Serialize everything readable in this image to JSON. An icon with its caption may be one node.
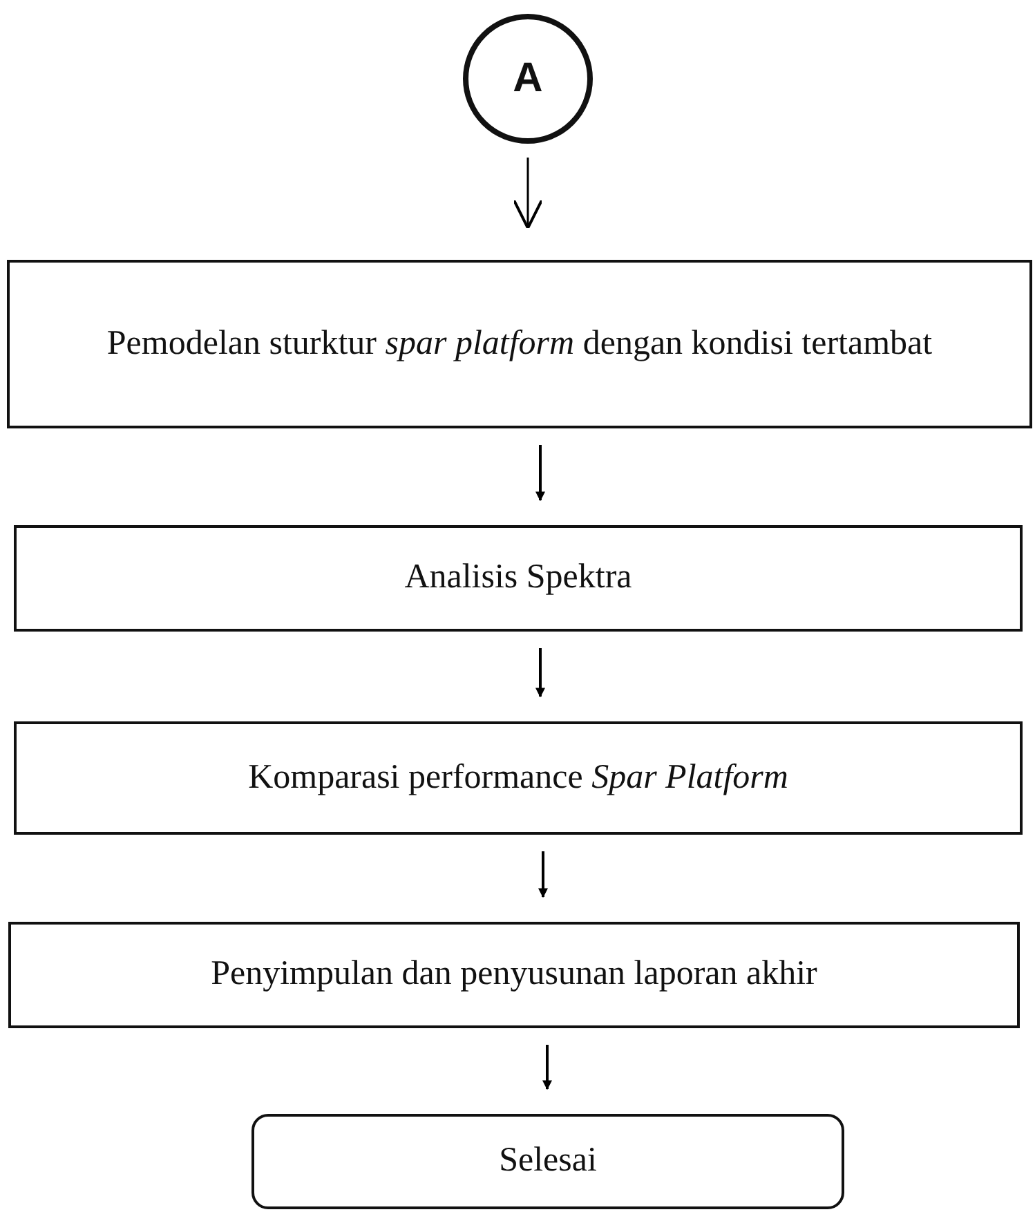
{
  "diagram": {
    "nodes": [
      {
        "text": [
          "A"
        ]
      },
      {
        "text": [
          "Pemodelan sturktur *spar platform* dengan kondisi tertambat"
        ]
      },
      {
        "text": [
          "Analisis Spektra"
        ]
      },
      {
        "text": [
          "Komparasi performance *Spar Platform*"
        ]
      },
      {
        "text": [
          "Penyimpulan dan penyusunan laporan akhir"
        ]
      },
      {
        "text": [
          "Selesai"
        ]
      }
    ],
    "edges": [
      {
        "from": 0,
        "to": 1,
        "arrow": "to"
      },
      {
        "from": 1,
        "to": 2,
        "arrow": "to"
      },
      {
        "from": 2,
        "to": 3,
        "arrow": "to"
      },
      {
        "from": 3,
        "to": 4,
        "arrow": "to"
      },
      {
        "from": 4,
        "to": 5,
        "arrow": "to"
      }
    ]
  }
}
